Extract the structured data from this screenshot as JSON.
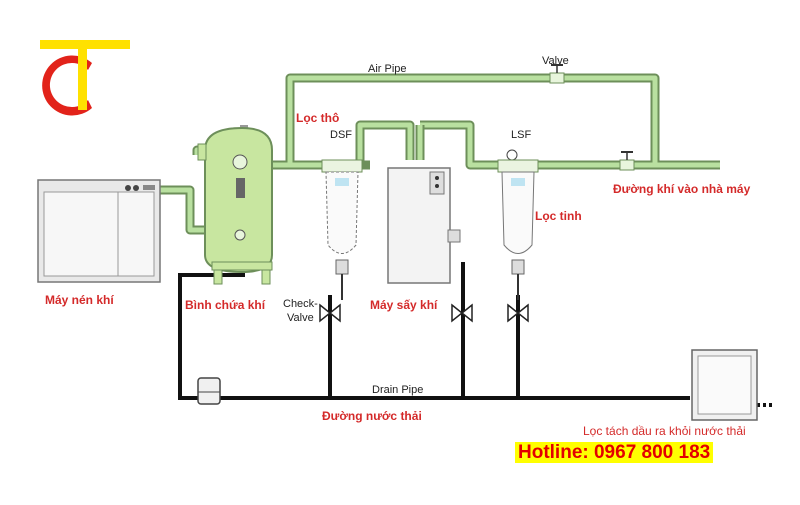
{
  "brand": {
    "mark": "CT"
  },
  "labels": {
    "air_pipe": "Air Pipe",
    "valve": "Valve",
    "loc_tho": "Lọc thô",
    "dsf": "DSF",
    "lsf": "LSF",
    "duong_khi": "Đường khí vào nhà máy",
    "loc_tinh": "Lọc tinh",
    "may_nen_khi": "Máy nén khí",
    "binh_chua_khi": "Bình chứa khí",
    "check": "Check-",
    "valve2": "Valve",
    "may_say_khi": "Máy sấy khí",
    "drain_pipe": "Drain Pipe",
    "duong_nuoc_thai": "Đường nước thải",
    "loc_tach_dau": "Lọc tách dầu ra khỏi nước thải",
    "hotline": "Hotline: 0967 800 183"
  },
  "colors": {
    "pipe": "#b9e0a0",
    "pipe_stroke": "#6d8f5a",
    "tank": "#c8e6a0",
    "label_red": "#d42a2a",
    "logo_red": "#e2231a",
    "logo_yellow": "#ffe100",
    "hotline_bg": "#ffff00"
  }
}
